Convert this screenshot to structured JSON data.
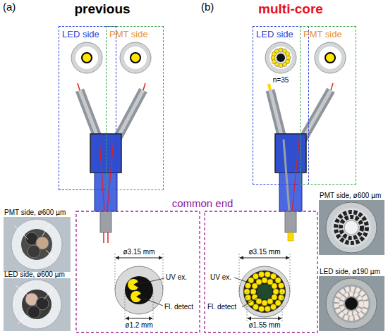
{
  "diagram": {
    "nodes": [
      {
        "text": [
          "LED side"
        ]
      },
      {
        "text": [
          "PMT side"
        ]
      },
      {
        "text": [
          "LED side"
        ]
      },
      {
        "text": [
          "PMT side"
        ]
      }
    ],
    "labels": [
      "(a)",
      "previous",
      "(b)",
      "multi-core",
      "PMT side, ø600 µm",
      "LED side, ø600 µm",
      "common end",
      "ø3.15 mm",
      "UV ex.",
      "Fl. detect",
      "ø1.2 mm",
      "n=35",
      "PMT side, ø600 µm",
      "LED side, ø190 µm",
      "ø3.15 mm",
      "UV ex.",
      "Fl. detect",
      "ø1.55 mm"
    ]
  }
}
